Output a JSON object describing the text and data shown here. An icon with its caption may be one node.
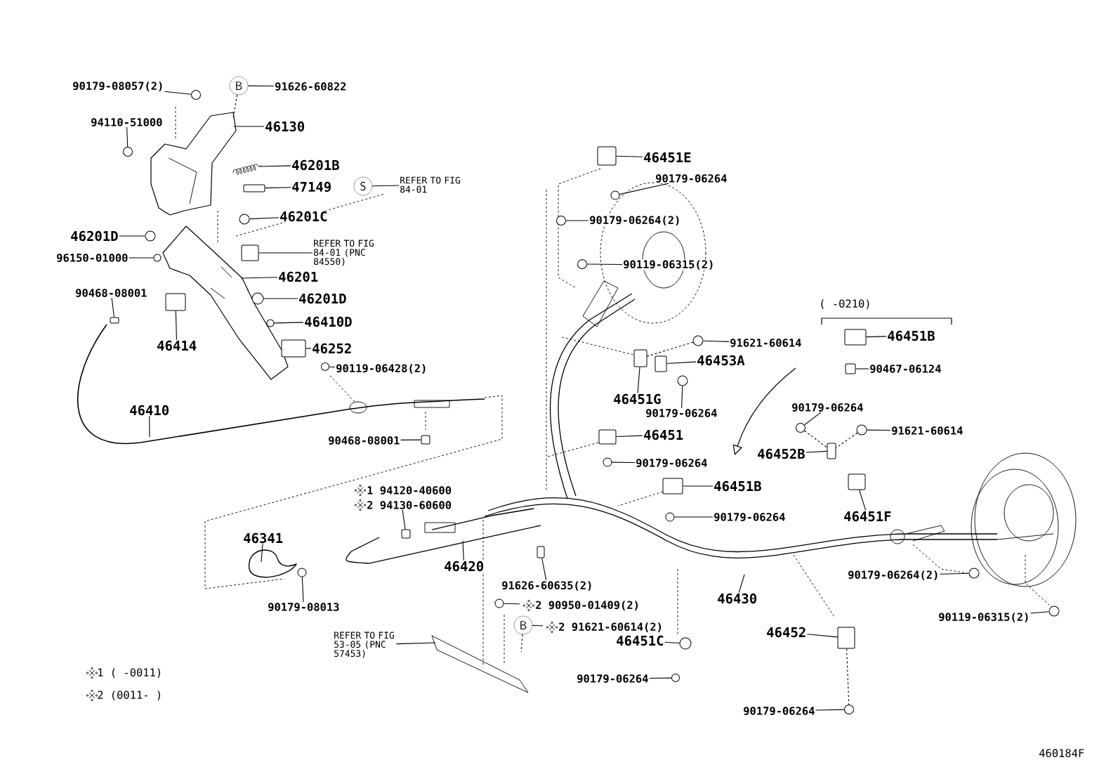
{
  "diagram": {
    "nodes": [
      {
        "text": [
          "90179-08057(2)"
        ]
      },
      {
        "text": [
          "B"
        ]
      },
      {
        "text": [
          "91626-60822"
        ]
      },
      {
        "text": [
          "94110-51000"
        ]
      },
      {
        "text": [
          "46130"
        ]
      },
      {
        "text": [
          "46201B"
        ]
      },
      {
        "text": [
          "47149"
        ]
      },
      {
        "text": [
          "S"
        ]
      },
      {
        "text": [
          "REFER TO FIG 84-01"
        ]
      },
      {
        "text": [
          "46201C"
        ]
      },
      {
        "text": [
          "46201D"
        ]
      },
      {
        "text": [
          "REFER TO FIG 84-01 (PNC 84550)"
        ]
      },
      {
        "text": [
          "96150-01000"
        ]
      },
      {
        "text": [
          "46201"
        ]
      },
      {
        "text": [
          "90468-08001"
        ]
      },
      {
        "text": [
          "46201D"
        ]
      },
      {
        "text": [
          "46414"
        ]
      },
      {
        "text": [
          "46410D"
        ]
      },
      {
        "text": [
          "46252"
        ]
      },
      {
        "text": [
          "90119-06428(2)"
        ]
      },
      {
        "text": [
          "46410"
        ]
      },
      {
        "text": [
          "90468-08001"
        ]
      },
      {
        "text": [
          "1 94120-40600"
        ]
      },
      {
        "text": [
          "2 94130-60600"
        ]
      },
      {
        "text": [
          "46341"
        ]
      },
      {
        "text": [
          "90179-08013"
        ]
      },
      {
        "text": [
          "46420"
        ]
      },
      {
        "text": [
          "91626-60635(2)"
        ]
      },
      {
        "text": [
          "2 90950-01409(2)"
        ]
      },
      {
        "text": [
          "REFER TO FIG 53-05 (PNC 57453)"
        ]
      },
      {
        "text": [
          "B"
        ]
      },
      {
        "text": [
          "2 91621-60614(2)"
        ]
      },
      {
        "text": [
          "46451C"
        ]
      },
      {
        "text": [
          "90179-06264"
        ]
      },
      {
        "text": [
          "46451E"
        ]
      },
      {
        "text": [
          "90179-06264"
        ]
      },
      {
        "text": [
          "90179-06264(2)"
        ]
      },
      {
        "text": [
          "90119-06315(2)"
        ]
      },
      {
        "text": [
          "91621-60614"
        ]
      },
      {
        "text": [
          "46453A"
        ]
      },
      {
        "text": [
          "46451G"
        ]
      },
      {
        "text": [
          "90179-06264"
        ]
      },
      {
        "text": [
          "46451B"
        ]
      },
      {
        "text": [
          "90467-06124"
        ]
      },
      {
        "text": [
          "90179-06264"
        ]
      },
      {
        "text": [
          "91621-60614"
        ]
      },
      {
        "text": [
          "46451"
        ]
      },
      {
        "text": [
          "46452B"
        ]
      },
      {
        "text": [
          "90179-06264"
        ]
      },
      {
        "text": [
          "46451B"
        ]
      },
      {
        "text": [
          "46451F"
        ]
      },
      {
        "text": [
          "90179-06264"
        ]
      },
      {
        "text": [
          "46430"
        ]
      },
      {
        "text": [
          "90179-06264(2)"
        ]
      },
      {
        "text": [
          "46452"
        ]
      },
      {
        "text": [
          "90119-06315(2)"
        ]
      },
      {
        "text": [
          "90179-06264"
        ]
      },
      {
        "text": [],
        "shape": "circle"
      },
      {
        "text": [],
        "shape": "circle"
      },
      {
        "text": [],
        "shape": "box"
      },
      {
        "text": [],
        "shape": "circle"
      },
      {
        "text": [],
        "shape": "circle"
      },
      {
        "text": [],
        "shape": "box"
      },
      {
        "text": [],
        "shape": "circle"
      },
      {
        "text": [],
        "shape": "box"
      },
      {
        "text": [],
        "shape": "circle"
      },
      {
        "text": [],
        "shape": "box"
      },
      {
        "text": [],
        "shape": "circle"
      },
      {
        "text": [],
        "shape": "box"
      },
      {
        "text": [],
        "shape": "circle"
      },
      {
        "text": [],
        "shape": "box"
      },
      {
        "text": [],
        "shape": "box"
      },
      {
        "text": [],
        "shape": "circle"
      },
      {
        "text": [],
        "shape": "box"
      },
      {
        "text": [],
        "shape": "circle"
      },
      {
        "text": [],
        "shape": "circle"
      },
      {
        "text": [],
        "shape": "circle"
      },
      {
        "text": [],
        "shape": "box"
      },
      {
        "text": [],
        "shape": "circle"
      },
      {
        "text": [],
        "shape": "circle"
      },
      {
        "text": [],
        "shape": "circle"
      },
      {
        "text": [],
        "shape": "circle"
      },
      {
        "text": [],
        "shape": "box"
      },
      {
        "text": [],
        "shape": "box"
      },
      {
        "text": [],
        "shape": "circle"
      },
      {
        "text": [],
        "shape": "box"
      },
      {
        "text": [],
        "shape": "box"
      },
      {
        "text": [],
        "shape": "circle"
      },
      {
        "text": [],
        "shape": "circle"
      },
      {
        "text": [],
        "shape": "box"
      },
      {
        "text": [],
        "shape": "box"
      },
      {
        "text": [],
        "shape": "circle"
      },
      {
        "text": [],
        "shape": "box"
      },
      {
        "text": [],
        "shape": "box"
      },
      {
        "text": [],
        "shape": "circle"
      },
      {
        "text": [],
        "shape": "circle"
      },
      {
        "text": [],
        "shape": "box"
      },
      {
        "text": [],
        "shape": "circle"
      },
      {
        "text": [],
        "shape": "circle"
      }
    ],
    "edges": [
      {
        "from": 0,
        "to": 57,
        "arrow": "none"
      },
      {
        "from": 1,
        "to": 2,
        "arrow": "none"
      },
      {
        "from": 1,
        "to": null,
        "arrow": "none",
        "style": "dashed"
      },
      {
        "from": 3,
        "to": 58,
        "arrow": "none"
      },
      {
        "from": 4,
        "to": null,
        "arrow": "none"
      },
      {
        "from": 5,
        "to": null,
        "arrow": "none"
      },
      {
        "from": 6,
        "to": 59,
        "arrow": "none"
      },
      {
        "from": 7,
        "to": 8,
        "arrow": "none"
      },
      {
        "from": 9,
        "to": 60,
        "arrow": "none"
      },
      {
        "from": 10,
        "to": 61,
        "arrow": "none"
      },
      {
        "from": 11,
        "to": 62,
        "arrow": "none"
      },
      {
        "from": 12,
        "to": 63,
        "arrow": "none"
      },
      {
        "from": 13,
        "to": null,
        "arrow": "none"
      },
      {
        "from": 14,
        "to": 64,
        "arrow": "none"
      },
      {
        "from": 15,
        "to": 65,
        "arrow": "none"
      },
      {
        "from": 16,
        "to": 66,
        "arrow": "none"
      },
      {
        "from": 17,
        "to": 67,
        "arrow": "none"
      },
      {
        "from": 18,
        "to": 68,
        "arrow": "none"
      },
      {
        "from": 19,
        "to": 69,
        "arrow": "none"
      },
      {
        "from": 20,
        "to": null,
        "arrow": "none"
      },
      {
        "from": 21,
        "to": 70,
        "arrow": "none"
      },
      {
        "from": 23,
        "to": 71,
        "arrow": "none"
      },
      {
        "from": 24,
        "to": null,
        "arrow": "none"
      },
      {
        "from": 25,
        "to": 72,
        "arrow": "none"
      },
      {
        "from": 26,
        "to": null,
        "arrow": "none"
      },
      {
        "from": 27,
        "to": 73,
        "arrow": "none"
      },
      {
        "from": 28,
        "to": 74,
        "arrow": "none"
      },
      {
        "from": 29,
        "to": null,
        "arrow": "none"
      },
      {
        "from": 30,
        "to": 31,
        "arrow": "none"
      },
      {
        "from": 30,
        "to": null,
        "arrow": "none",
        "style": "dashed"
      },
      {
        "from": 32,
        "to": 75,
        "arrow": "none"
      },
      {
        "from": 33,
        "to": 76,
        "arrow": "none"
      },
      {
        "from": 34,
        "to": 77,
        "arrow": "none"
      },
      {
        "from": 35,
        "to": 78,
        "arrow": "none"
      },
      {
        "from": 36,
        "to": 79,
        "arrow": "none"
      },
      {
        "from": 37,
        "to": 80,
        "arrow": "none"
      },
      {
        "from": 38,
        "to": 81,
        "arrow": "none"
      },
      {
        "from": 39,
        "to": 82,
        "arrow": "none"
      },
      {
        "from": 40,
        "to": 83,
        "arrow": "none"
      },
      {
        "from": 41,
        "to": 84,
        "arrow": "none"
      },
      {
        "from": 42,
        "to": 85,
        "arrow": "none"
      },
      {
        "from": 43,
        "to": 86,
        "arrow": "none"
      },
      {
        "from": 44,
        "to": 87,
        "arrow": "none"
      },
      {
        "from": 45,
        "to": 88,
        "arrow": "none"
      },
      {
        "from": 46,
        "to": 89,
        "arrow": "none"
      },
      {
        "from": 47,
        "to": 90,
        "arrow": "none"
      },
      {
        "from": 48,
        "to": 91,
        "arrow": "none"
      },
      {
        "from": 49,
        "to": 92,
        "arrow": "none"
      },
      {
        "from": 50,
        "to": 93,
        "arrow": "none"
      },
      {
        "from": 51,
        "to": 94,
        "arrow": "none"
      },
      {
        "from": 52,
        "to": null,
        "arrow": "none"
      },
      {
        "from": 53,
        "to": 95,
        "arrow": "none"
      },
      {
        "from": 54,
        "to": 96,
        "arrow": "none"
      },
      {
        "from": 55,
        "to": 97,
        "arrow": "none"
      },
      {
        "from": 56,
        "to": 98,
        "arrow": "none"
      },
      {
        "from": 81,
        "to": 83,
        "arrow": "none",
        "style": "dashed"
      },
      {
        "from": 87,
        "to": 90,
        "arrow": "none",
        "style": "dashed"
      },
      {
        "from": 88,
        "to": 90,
        "arrow": "none",
        "style": "dashed"
      },
      {
        "from": 96,
        "to": 98,
        "arrow": "none",
        "style": "dashed"
      }
    ],
    "labels": [
      "( -0210)",
      "1 ( -0011)",
      "2 (0011- )",
      "460184F"
    ]
  }
}
